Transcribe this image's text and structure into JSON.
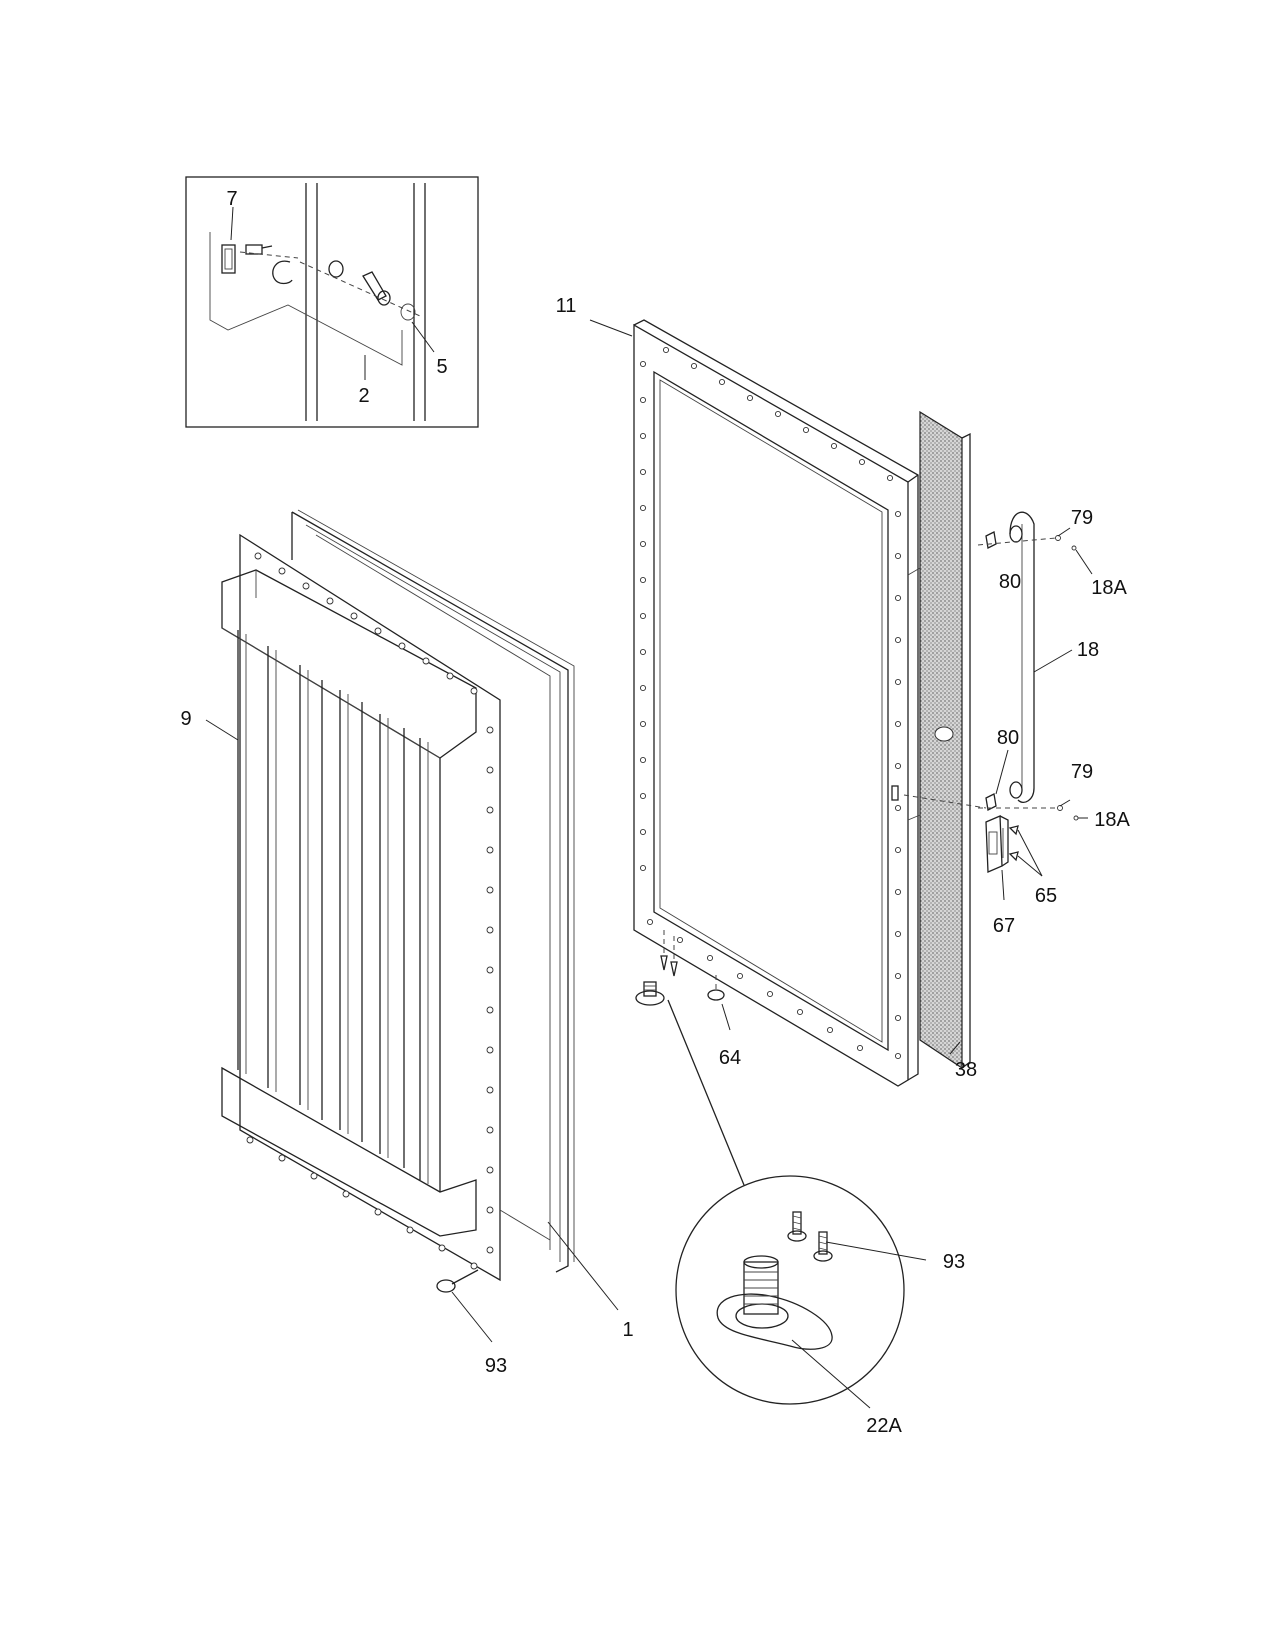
{
  "callouts": {
    "c7": "7",
    "c5": "5",
    "c2": "2",
    "c11": "11",
    "c79a": "79",
    "c80a": "80",
    "c18Aa": "18A",
    "c18": "18",
    "c80b": "80",
    "c79b": "79",
    "c18Ab": "18A",
    "c65": "65",
    "c67": "67",
    "c9": "9",
    "c64": "64",
    "c38": "38",
    "c93a": "93",
    "c1": "1",
    "c93b": "93",
    "c22A": "22A"
  },
  "colors": {
    "line": "#222222",
    "panel_shade": "#b8b8b8",
    "background": "#ffffff"
  }
}
